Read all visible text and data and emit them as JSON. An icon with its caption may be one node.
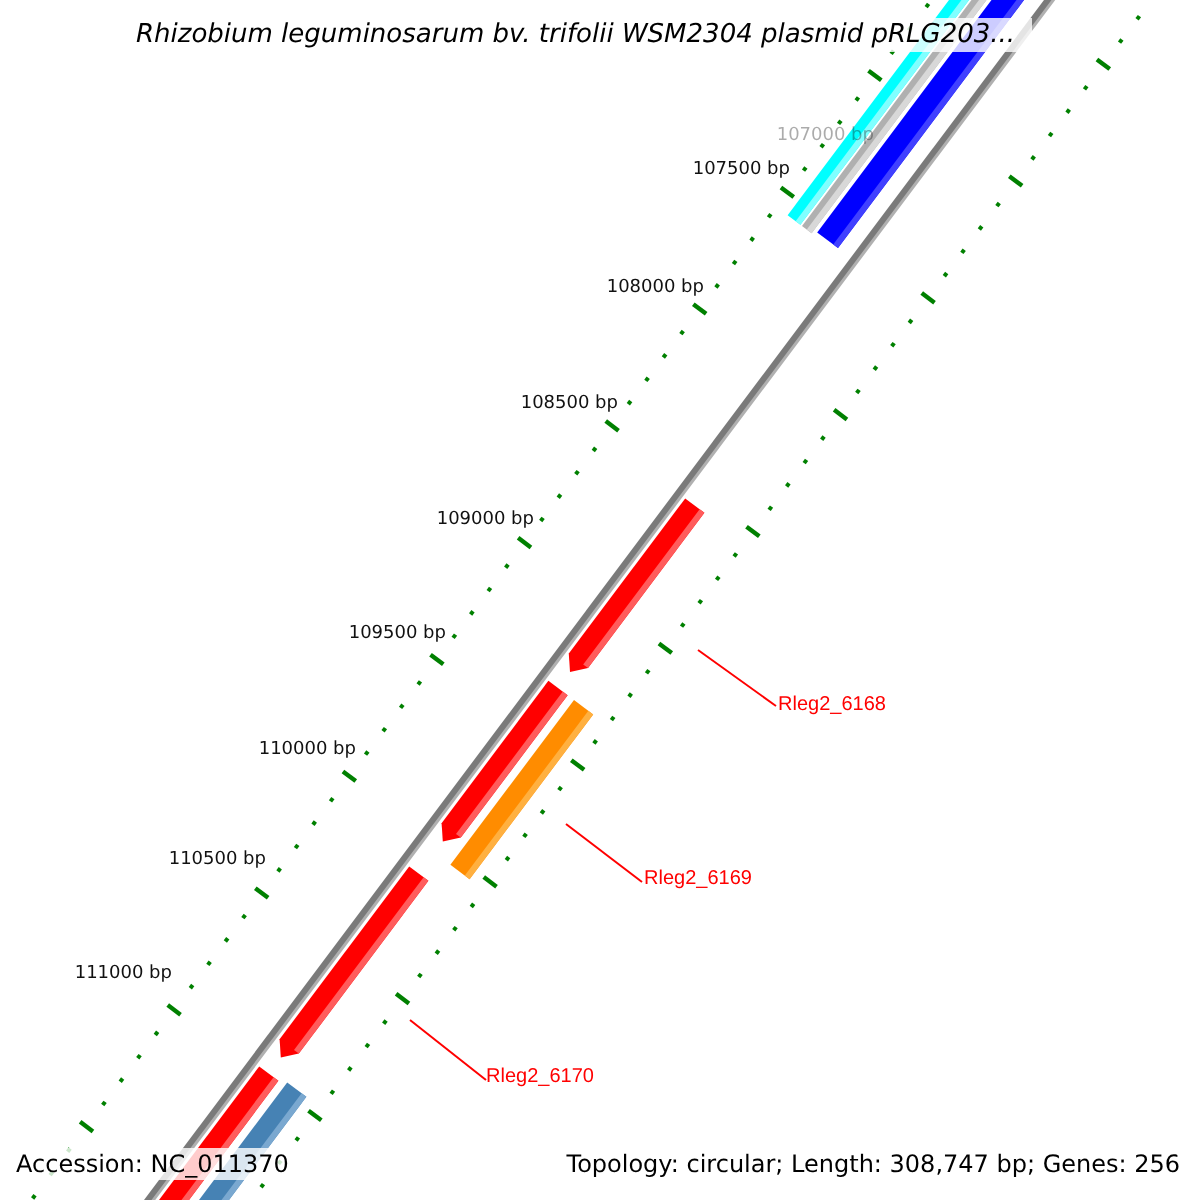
{
  "diagram": {
    "title": "Rhizobium leguminosarum bv. trifolii WSM2304 plasmid pRLG203...",
    "nodes": [
      {
        "text": [
          "Rleg2_6168"
        ]
      },
      {
        "text": [
          "Rleg2_6169"
        ]
      },
      {
        "text": [
          "Rleg2_6170"
        ]
      }
    ],
    "edges": [
      {
        "from": 0,
        "to": null,
        "arrow": "none",
        "color": "#ff0000"
      },
      {
        "from": 1,
        "to": null,
        "arrow": "none",
        "color": "#ff0000"
      },
      {
        "from": 2,
        "to": null,
        "arrow": "none",
        "color": "#ff0000"
      }
    ],
    "labels": [
      "107000 bp",
      "107500 bp",
      "108000 bp",
      "108500 bp",
      "109000 bp",
      "109500 bp",
      "110000 bp",
      "110500 bp",
      "111000 bp",
      "Accession: NC_011370",
      "Topology: circular; Length: 308,747 bp; Genes: 256"
    ]
  }
}
